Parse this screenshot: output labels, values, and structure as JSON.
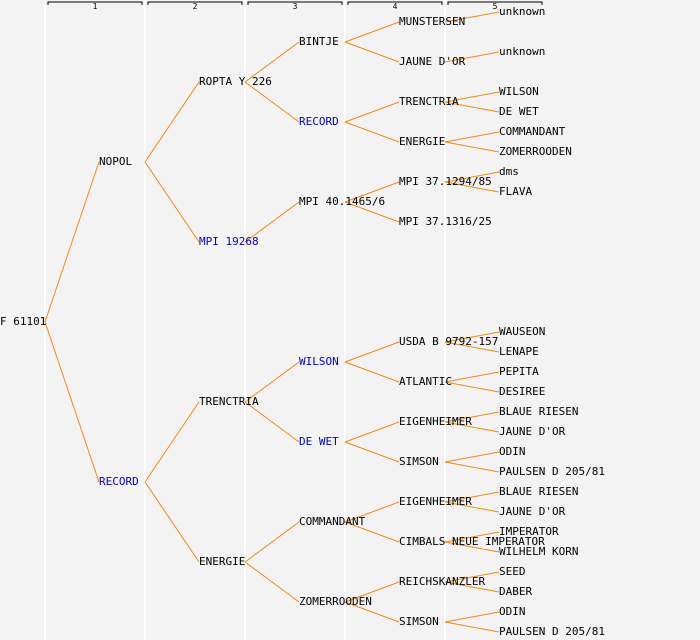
{
  "colors": {
    "background": "#f3f3f3",
    "line": "#f08a10",
    "text": "#000000",
    "highlight": "#0000cc",
    "grid": "#ffffff"
  },
  "generations": [
    "1",
    "2",
    "3",
    "4",
    "5"
  ],
  "root": {
    "label": "F 61101"
  },
  "nodes": [
    {
      "id": "n1",
      "parent": "root",
      "gen": 1,
      "row": 162,
      "label": "NOPOL",
      "hl": false
    },
    {
      "id": "n2",
      "parent": "root",
      "gen": 1,
      "row": 482,
      "label": "RECORD",
      "hl": true
    },
    {
      "id": "n11",
      "parent": "n1",
      "gen": 2,
      "row": 82,
      "label": "ROPTA Y 226",
      "hl": false
    },
    {
      "id": "n12",
      "parent": "n1",
      "gen": 2,
      "row": 242,
      "label": "MPI 19268",
      "hl": true
    },
    {
      "id": "n21",
      "parent": "n2",
      "gen": 2,
      "row": 402,
      "label": "TRENCTRIA",
      "hl": false
    },
    {
      "id": "n22",
      "parent": "n2",
      "gen": 2,
      "row": 562,
      "label": "ENERGIE",
      "hl": false
    },
    {
      "id": "n111",
      "parent": "n11",
      "gen": 3,
      "row": 42,
      "label": "BINTJE",
      "hl": false
    },
    {
      "id": "n112",
      "parent": "n11",
      "gen": 3,
      "row": 122,
      "label": "RECORD",
      "hl": true
    },
    {
      "id": "n121",
      "parent": "n12",
      "gen": 3,
      "row": 202,
      "label": "MPI 40.1465/6",
      "hl": false
    },
    {
      "id": "n211",
      "parent": "n21",
      "gen": 3,
      "row": 362,
      "label": "WILSON",
      "hl": true
    },
    {
      "id": "n212",
      "parent": "n21",
      "gen": 3,
      "row": 442,
      "label": "DE WET",
      "hl": true
    },
    {
      "id": "n221",
      "parent": "n22",
      "gen": 3,
      "row": 522,
      "label": "COMMANDANT",
      "hl": false
    },
    {
      "id": "n222",
      "parent": "n22",
      "gen": 3,
      "row": 602,
      "label": "ZOMERROODEN",
      "hl": false
    },
    {
      "id": "n1111",
      "parent": "n111",
      "gen": 4,
      "row": 22,
      "label": "MUNSTERSEN",
      "hl": false
    },
    {
      "id": "n1112",
      "parent": "n111",
      "gen": 4,
      "row": 62,
      "label": "JAUNE D'OR",
      "hl": false
    },
    {
      "id": "n1121",
      "parent": "n112",
      "gen": 4,
      "row": 102,
      "label": "TRENCTRIA",
      "hl": false
    },
    {
      "id": "n1122",
      "parent": "n112",
      "gen": 4,
      "row": 142,
      "label": "ENERGIE",
      "hl": false
    },
    {
      "id": "n1211",
      "parent": "n121",
      "gen": 4,
      "row": 182,
      "label": "MPI 37.1294/85",
      "hl": false
    },
    {
      "id": "n1212",
      "parent": "n121",
      "gen": 4,
      "row": 222,
      "label": "MPI 37.1316/25",
      "hl": false
    },
    {
      "id": "n2111",
      "parent": "n211",
      "gen": 4,
      "row": 342,
      "label": "USDA B 9792-157",
      "hl": false
    },
    {
      "id": "n2112",
      "parent": "n211",
      "gen": 4,
      "row": 382,
      "label": "ATLANTIC",
      "hl": false
    },
    {
      "id": "n2121",
      "parent": "n212",
      "gen": 4,
      "row": 422,
      "label": "EIGENHEIMER",
      "hl": false
    },
    {
      "id": "n2122",
      "parent": "n212",
      "gen": 4,
      "row": 462,
      "label": "SIMSON",
      "hl": false
    },
    {
      "id": "n2211",
      "parent": "n221",
      "gen": 4,
      "row": 502,
      "label": "EIGENHEIMER",
      "hl": false
    },
    {
      "id": "n2212",
      "parent": "n221",
      "gen": 4,
      "row": 542,
      "label": "CIMBALS NEUE IMPERATOR",
      "hl": false
    },
    {
      "id": "n2221",
      "parent": "n222",
      "gen": 4,
      "row": 582,
      "label": "REICHSKANZLER",
      "hl": false
    },
    {
      "id": "n2222",
      "parent": "n222",
      "gen": 4,
      "row": 622,
      "label": "SIMSON",
      "hl": false
    },
    {
      "id": "a1",
      "parent": "n1111",
      "gen": 5,
      "row": 12,
      "label": "unknown",
      "hl": false
    },
    {
      "id": "a2",
      "parent": "n1112",
      "gen": 5,
      "row": 52,
      "label": "unknown",
      "hl": false
    },
    {
      "id": "a3",
      "parent": "n1121",
      "gen": 5,
      "row": 92,
      "label": "WILSON",
      "hl": false
    },
    {
      "id": "a4",
      "parent": "n1121",
      "gen": 5,
      "row": 112,
      "label": "DE WET",
      "hl": false
    },
    {
      "id": "a5",
      "parent": "n1122",
      "gen": 5,
      "row": 132,
      "label": "COMMANDANT",
      "hl": false
    },
    {
      "id": "a6",
      "parent": "n1122",
      "gen": 5,
      "row": 152,
      "label": "ZOMERROODEN",
      "hl": false
    },
    {
      "id": "a7",
      "parent": "n1211",
      "gen": 5,
      "row": 172,
      "label": "dms",
      "hl": false
    },
    {
      "id": "a8",
      "parent": "n1211",
      "gen": 5,
      "row": 192,
      "label": "FLAVA",
      "hl": false
    },
    {
      "id": "a9",
      "parent": "n2111",
      "gen": 5,
      "row": 332,
      "label": "WAUSEON",
      "hl": false
    },
    {
      "id": "a10",
      "parent": "n2111",
      "gen": 5,
      "row": 352,
      "label": "LENAPE",
      "hl": false
    },
    {
      "id": "a11",
      "parent": "n2112",
      "gen": 5,
      "row": 372,
      "label": "PEPITA",
      "hl": false
    },
    {
      "id": "a12",
      "parent": "n2112",
      "gen": 5,
      "row": 392,
      "label": "DESIREE",
      "hl": false
    },
    {
      "id": "a13",
      "parent": "n2121",
      "gen": 5,
      "row": 412,
      "label": "BLAUE RIESEN",
      "hl": false
    },
    {
      "id": "a14",
      "parent": "n2121",
      "gen": 5,
      "row": 432,
      "label": "JAUNE D'OR",
      "hl": false
    },
    {
      "id": "a15",
      "parent": "n2122",
      "gen": 5,
      "row": 452,
      "label": "ODIN",
      "hl": false
    },
    {
      "id": "a16",
      "parent": "n2122",
      "gen": 5,
      "row": 472,
      "label": "PAULSEN D 205/81",
      "hl": false
    },
    {
      "id": "a17",
      "parent": "n2211",
      "gen": 5,
      "row": 492,
      "label": "BLAUE RIESEN",
      "hl": false
    },
    {
      "id": "a18",
      "parent": "n2211",
      "gen": 5,
      "row": 512,
      "label": "JAUNE D'OR",
      "hl": false
    },
    {
      "id": "a19",
      "parent": "n2212",
      "gen": 5,
      "row": 532,
      "label": "IMPERATOR",
      "hl": false
    },
    {
      "id": "a20",
      "parent": "n2212",
      "gen": 5,
      "row": 552,
      "label": "WILHELM KORN",
      "hl": false
    },
    {
      "id": "a21",
      "parent": "n2221",
      "gen": 5,
      "row": 572,
      "label": "SEED",
      "hl": false
    },
    {
      "id": "a22",
      "parent": "n2221",
      "gen": 5,
      "row": 592,
      "label": "DABER",
      "hl": false
    },
    {
      "id": "a23",
      "parent": "n2222",
      "gen": 5,
      "row": 612,
      "label": "ODIN",
      "hl": false
    },
    {
      "id": "a24",
      "parent": "n2222",
      "gen": 5,
      "row": 632,
      "label": "PAULSEN D 205/81",
      "hl": false
    }
  ]
}
